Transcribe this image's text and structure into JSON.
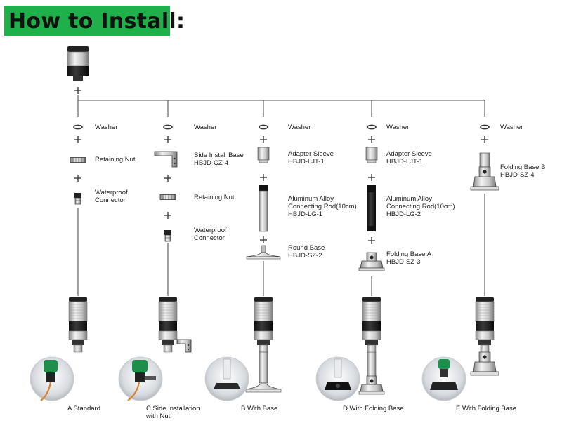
{
  "title": "How to Install:",
  "colors": {
    "title_bg": "#1fb04b",
    "title_text": "#111111",
    "line": "#555555",
    "cable_orange": "#d9822b",
    "connector_green": "#1e8f4a"
  },
  "columns": {
    "a": {
      "washer": "Washer",
      "retaining_nut": "Retaining Nut",
      "waterproof_connector": [
        "Waterproof",
        "Connector"
      ],
      "caption": "A  Standard"
    },
    "c": {
      "washer": "Washer",
      "side_install_base": [
        "Side Install Base",
        "HBJD-CZ-4"
      ],
      "retaining_nut": "Retaining Nut",
      "waterproof_connector": [
        "Waterproof",
        "Connector"
      ],
      "caption": [
        "C  Side Installation",
        "with Nut"
      ]
    },
    "b": {
      "washer": "Washer",
      "adapter_sleeve": [
        "Adapter Sleeve",
        "HBJD-LJT-1"
      ],
      "rod": [
        "Aluminum Alloy",
        "Connecting Rod(10cm)",
        "HBJD-LG-1"
      ],
      "round_base": [
        "Round Base",
        "HBJD-SZ-2"
      ],
      "caption": "B  With Base"
    },
    "d": {
      "washer": "Washer",
      "adapter_sleeve": [
        "Adapter Sleeve",
        "HBJD-LJT-1"
      ],
      "rod": [
        "Aluminum Alloy",
        "Connecting Rod(10cm)",
        "HBJD-LG-2"
      ],
      "folding_base_a": [
        "Folding Base A",
        "HBJD-SZ-3"
      ],
      "caption": "D  With Folding Base"
    },
    "e": {
      "washer": "Washer",
      "folding_base_b": [
        "Folding Base B",
        "HBJD-SZ-4"
      ],
      "caption": "E  With Folding Base"
    }
  }
}
